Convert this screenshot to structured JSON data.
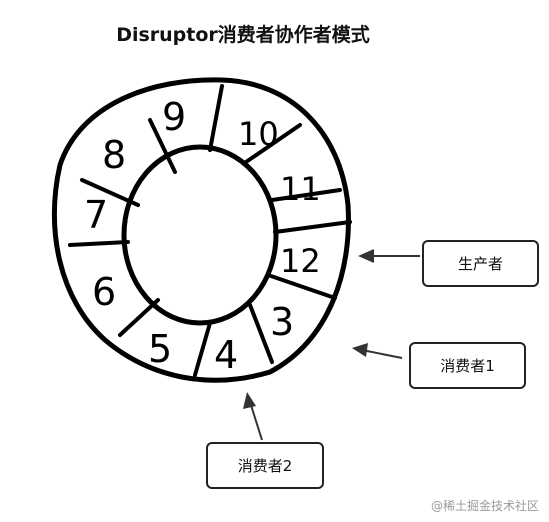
{
  "title": "Disruptor消费者协作者模式",
  "ring_slots": [
    "9",
    "10",
    "11",
    "12",
    "3",
    "4",
    "5",
    "6",
    "7",
    "8"
  ],
  "producer_label": "生产者",
  "consumer1_label": "消费者1",
  "consumer2_label": "消费者2",
  "watermark": "@稀土掘金技术社区"
}
